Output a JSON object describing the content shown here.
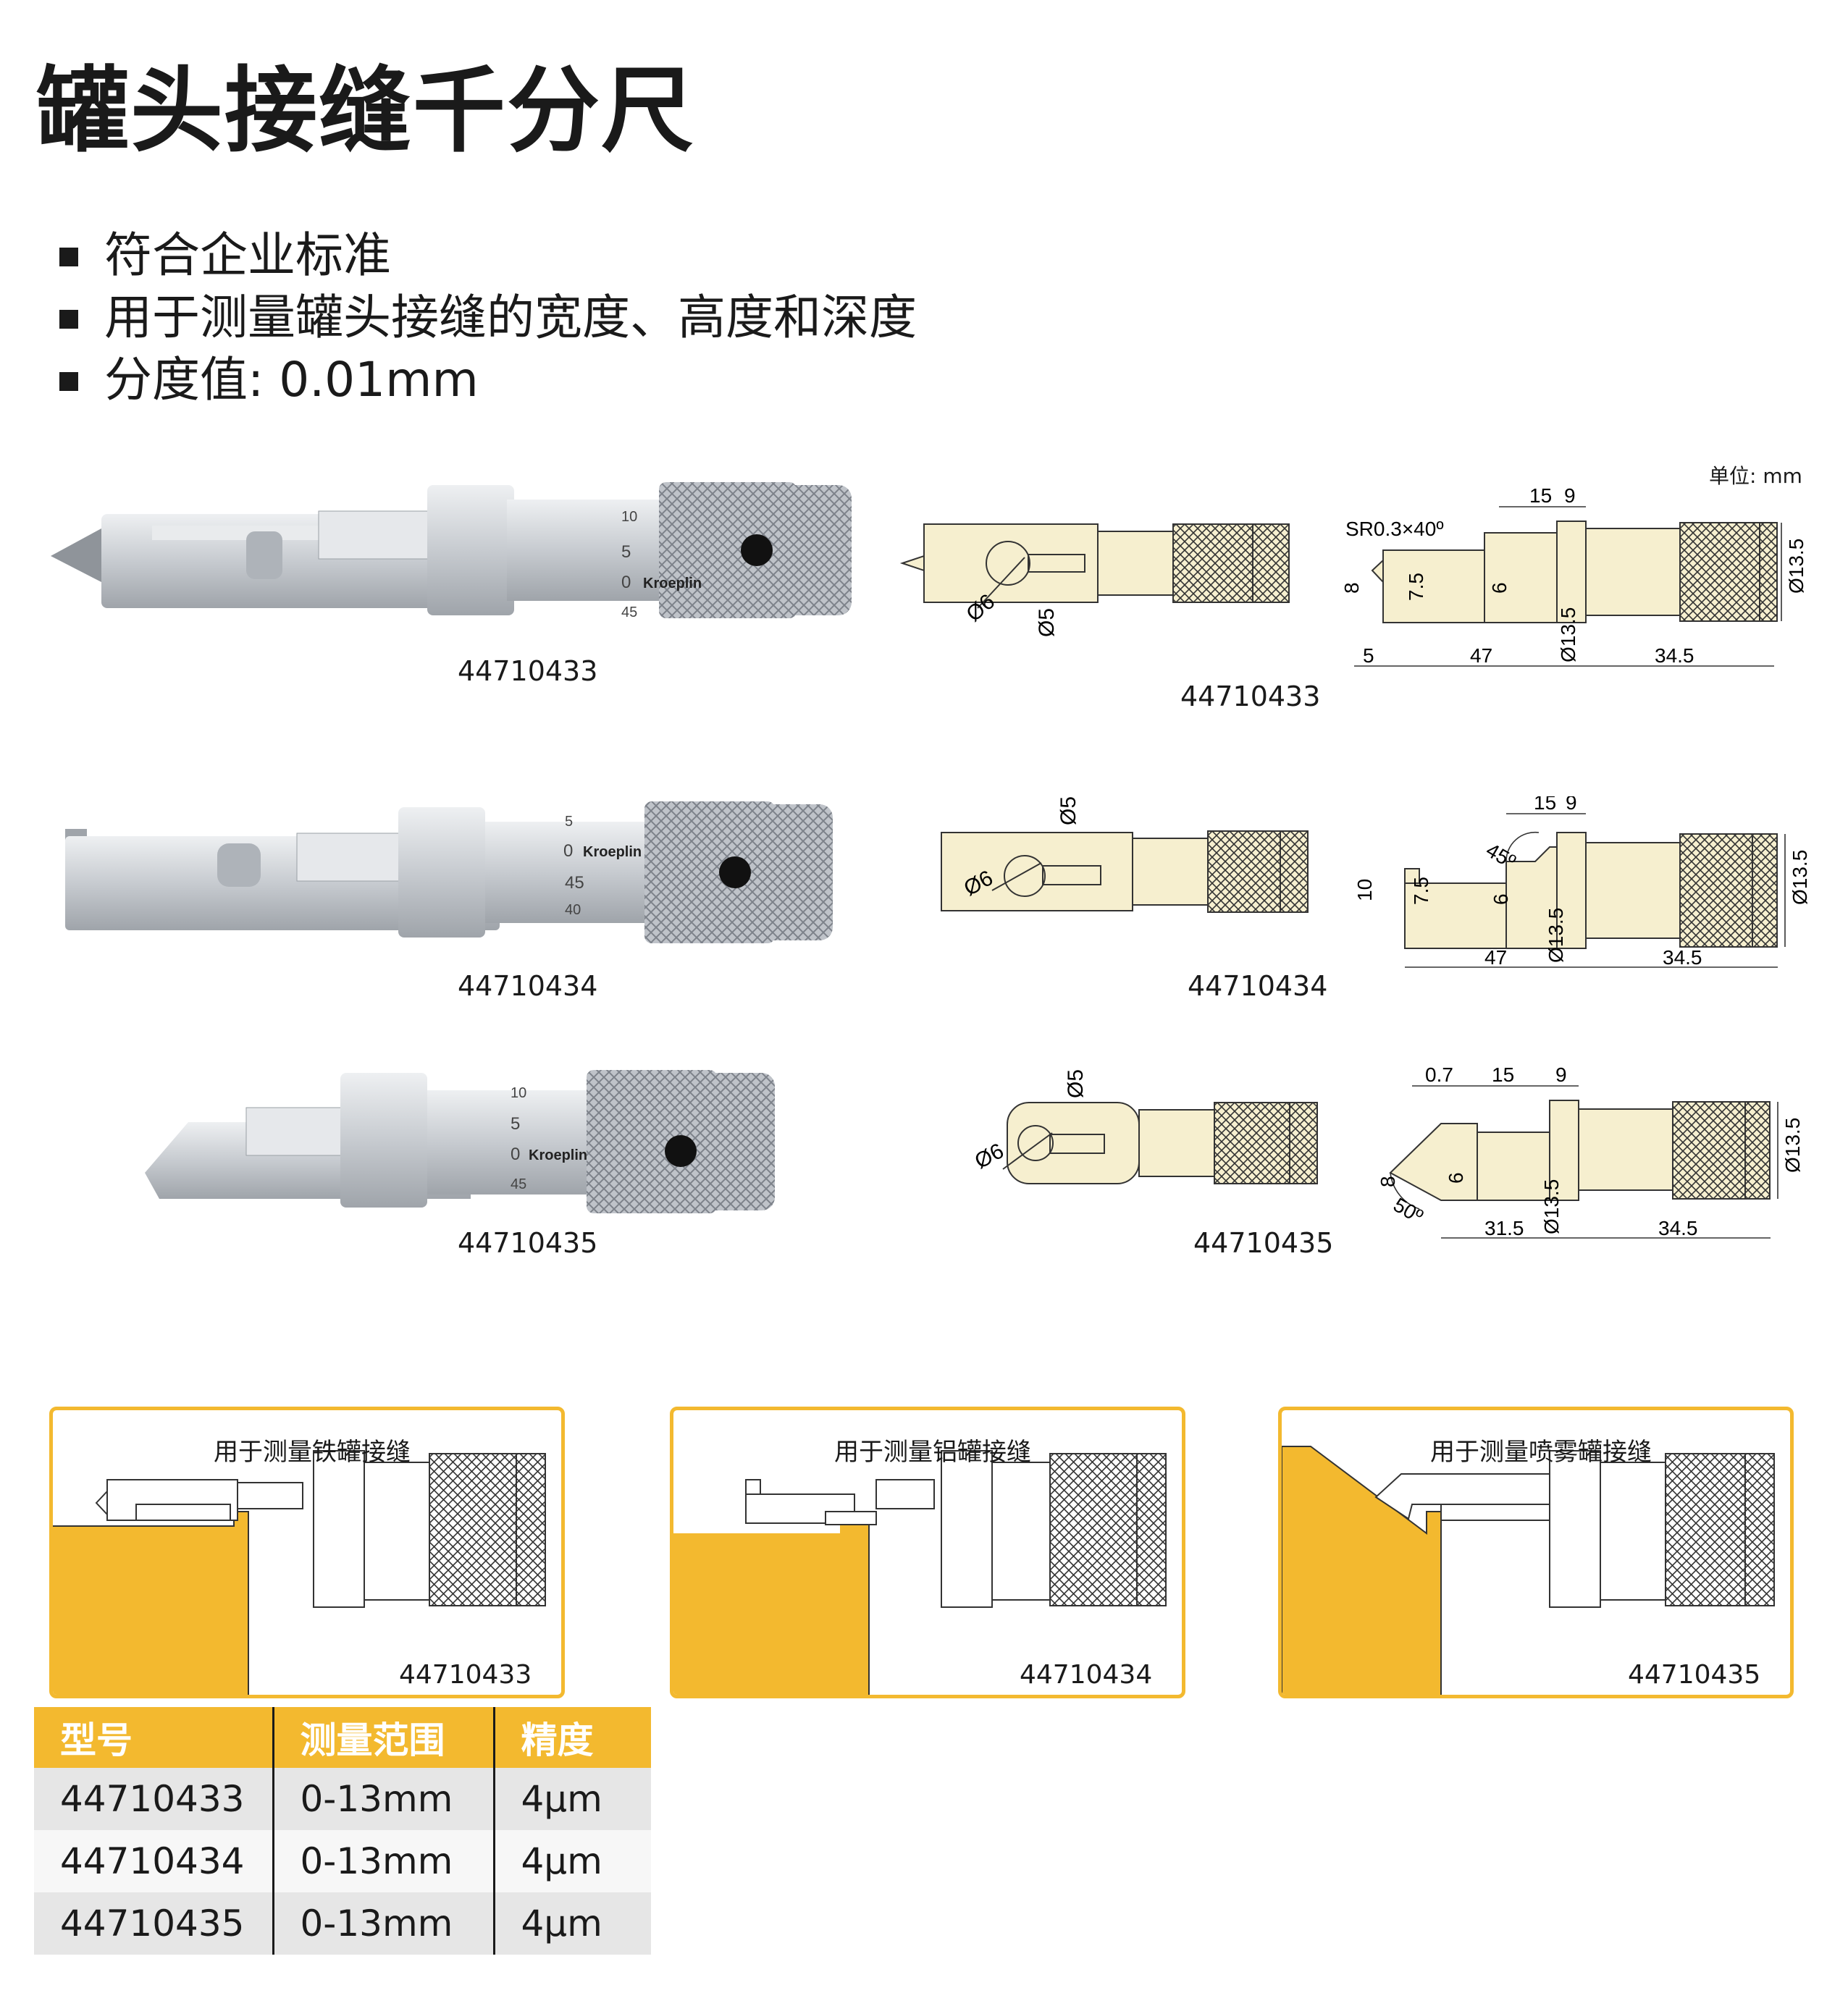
{
  "title": "罐头接缝千分尺",
  "features": [
    "符合企业标准",
    "用于测量罐头接缝的宽度、高度和深度",
    "分度值: 0.01mm"
  ],
  "unit_note": "单位: mm",
  "photo_brand": "Kroeplin",
  "models": [
    {
      "code": "44710433",
      "photo_scale": [
        "10",
        "5",
        "0",
        "45"
      ],
      "front_dims": [
        "Ø6",
        "Ø5"
      ],
      "side_dims": {
        "tip": "SR0.3×40º",
        "top": [
          "15",
          "9"
        ],
        "left": [
          "8",
          "7.5",
          "6"
        ],
        "dia_mid": "Ø13.5",
        "dia_right": "Ø13.5",
        "bottom": [
          "5",
          "47",
          "34.5"
        ]
      }
    },
    {
      "code": "44710434",
      "photo_scale": [
        "5",
        "0",
        "45",
        "40"
      ],
      "front_dims": [
        "Ø5",
        "Ø6"
      ],
      "side_dims": {
        "angle": "45º",
        "top": [
          "15",
          "9"
        ],
        "left": [
          "10",
          "7.5",
          "6"
        ],
        "dia_mid": "Ø13.5",
        "dia_right": "Ø13.5",
        "bottom": [
          "47",
          "34.5"
        ]
      }
    },
    {
      "code": "44710435",
      "photo_scale": [
        "10",
        "5",
        "0",
        "45"
      ],
      "front_dims": [
        "Ø5",
        "Ø6"
      ],
      "side_dims": {
        "angle": "50º",
        "top": [
          "0.7",
          "15",
          "9"
        ],
        "left": [
          "8",
          "6"
        ],
        "dia_mid": "Ø13.5",
        "dia_right": "Ø13.5",
        "bottom": [
          "31.5",
          "34.5"
        ]
      }
    }
  ],
  "usage": [
    {
      "title": "用于测量铁罐接缝",
      "code": "44710433"
    },
    {
      "title": "用于测量铝罐接缝",
      "code": "44710434"
    },
    {
      "title": "用于测量喷雾罐接缝",
      "code": "44710435"
    }
  ],
  "table": {
    "headers": [
      "型号",
      "测量范围",
      "精度"
    ],
    "rows": [
      [
        "44710433",
        "0-13mm",
        "4µm"
      ],
      [
        "44710434",
        "0-13mm",
        "4µm"
      ],
      [
        "44710435",
        "0-13mm",
        "4µm"
      ]
    ]
  },
  "colors": {
    "accent": "#f3b92f",
    "drawing_fill": "#f6efcf",
    "steel": "#c9ccd1"
  }
}
